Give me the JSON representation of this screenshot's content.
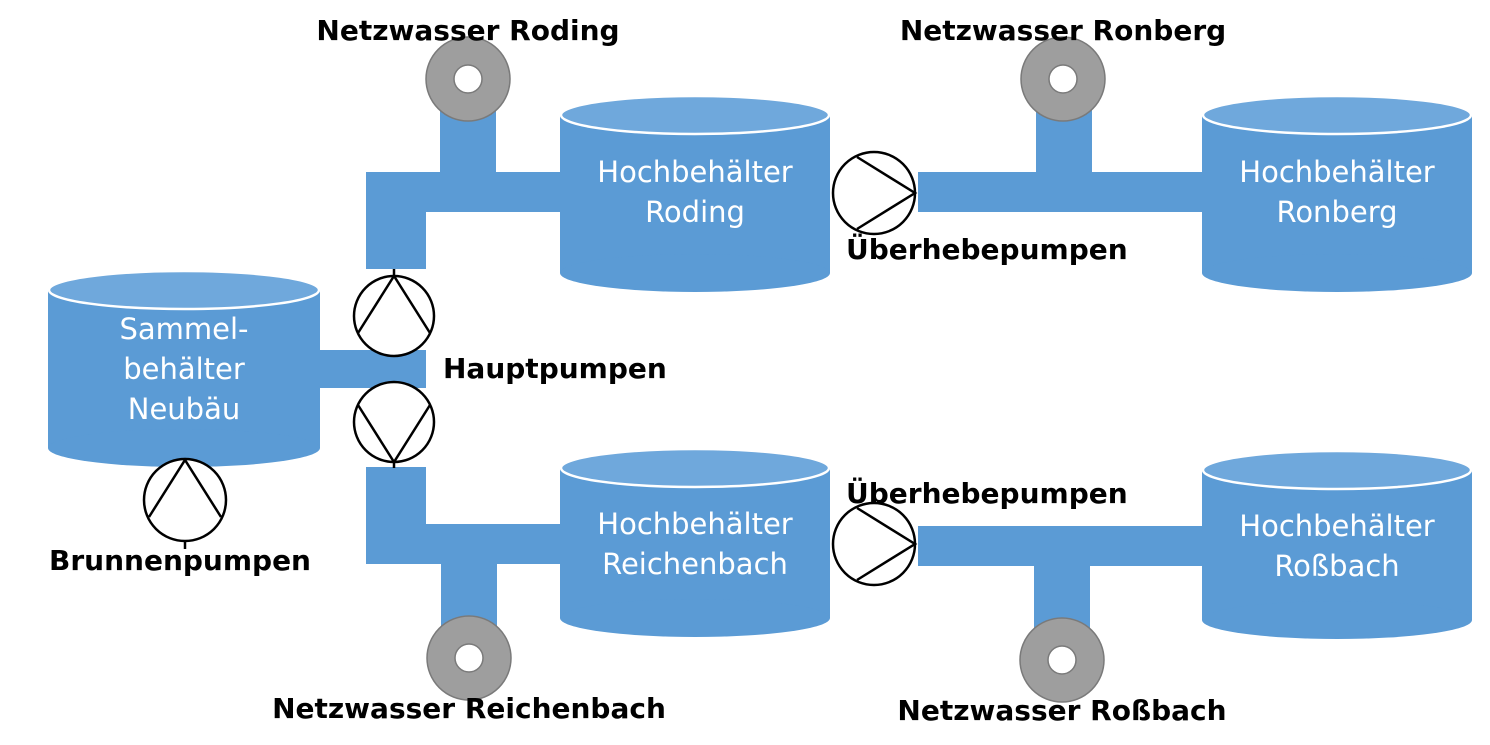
{
  "tanks": {
    "sammel": {
      "line1": "Sammel-",
      "line2": "behälter",
      "line3": "Neubäu"
    },
    "roding": {
      "line1": "Hochbehälter",
      "line2": "Roding"
    },
    "ronberg": {
      "line1": "Hochbehälter",
      "line2": "Ronberg"
    },
    "reichenbach": {
      "line1": "Hochbehälter",
      "line2": "Reichenbach"
    },
    "rossbach": {
      "line1": "Hochbehälter",
      "line2": "Roßbach"
    }
  },
  "labels": {
    "netz_roding": "Netzwasser Roding",
    "netz_ronberg": "Netzwasser Ronberg",
    "netz_reichenbach": "Netzwasser Reichenbach",
    "netz_rossbach": "Netzwasser Roßbach",
    "hauptpumpen": "Hauptpumpen",
    "ueberhebe_top": "Überhebepumpen",
    "ueberhebe_bottom": "Überhebepumpen",
    "brunnenpumpen": "Brunnenpumpen"
  },
  "colors": {
    "tank": "#5b9bd5",
    "pipe": "#5b9bd5",
    "valve": "#9e9e9e",
    "text": "#000000"
  }
}
